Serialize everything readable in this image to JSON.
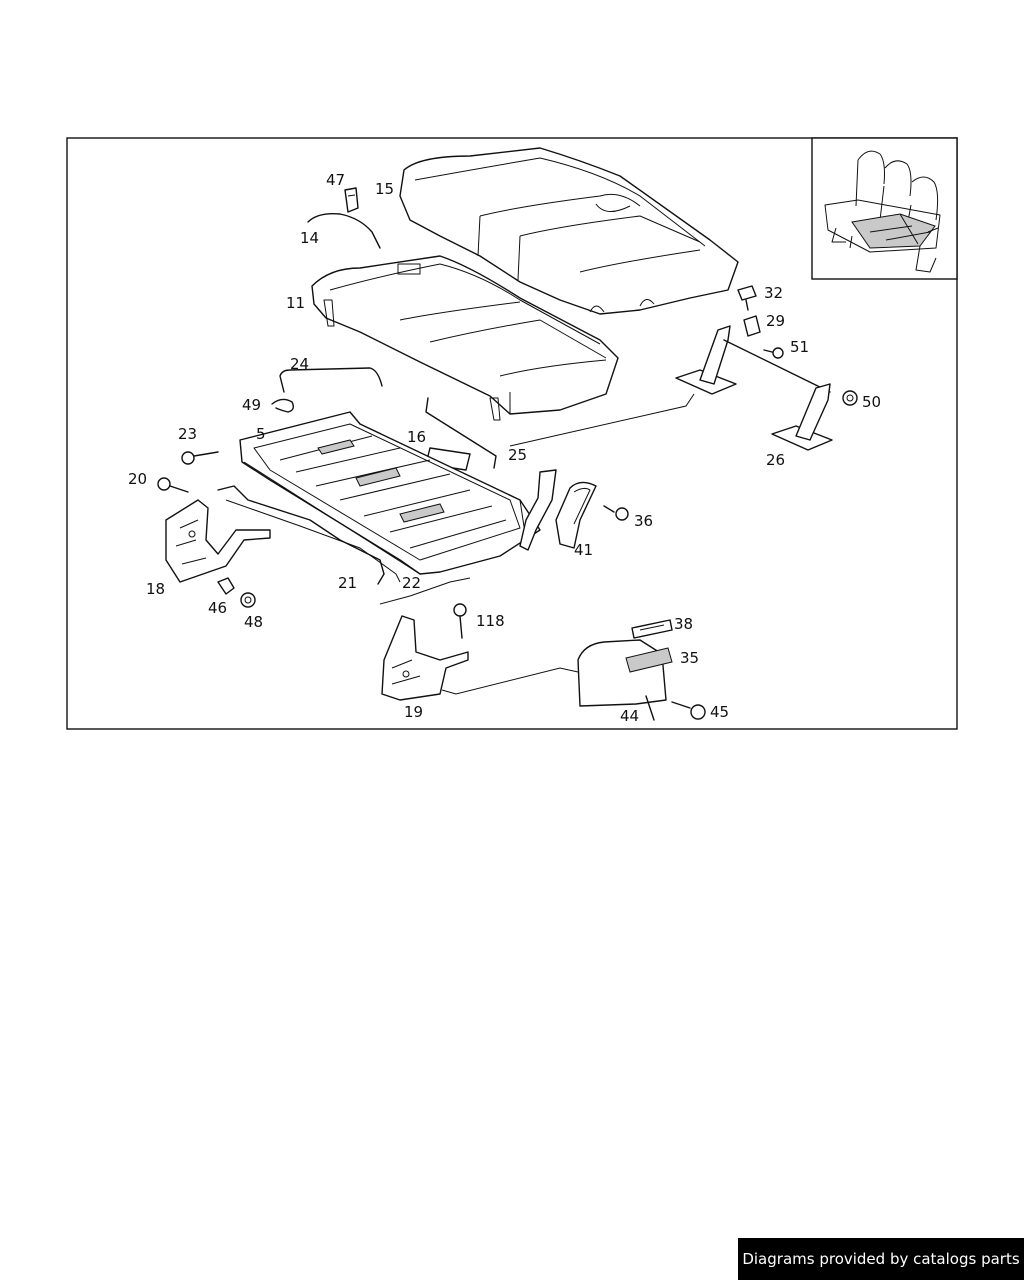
{
  "callouts": {
    "c47": "47",
    "c15": "15",
    "c14": "14",
    "c11": "11",
    "c32": "32",
    "c29": "29",
    "c51": "51",
    "c50": "50",
    "c24": "24",
    "c49": "49",
    "c23": "23",
    "c5": "5",
    "c16": "16",
    "c25": "25",
    "c26": "26",
    "c20": "20",
    "c36": "36",
    "c41": "41",
    "c18": "18",
    "c21": "21",
    "c22": "22",
    "c46": "46",
    "c48": "48",
    "c118": "118",
    "c38": "38",
    "c35": "35",
    "c19": "19",
    "c44": "44",
    "c45": "45"
  },
  "footer": {
    "credit": "Diagrams provided by catalogs parts"
  }
}
